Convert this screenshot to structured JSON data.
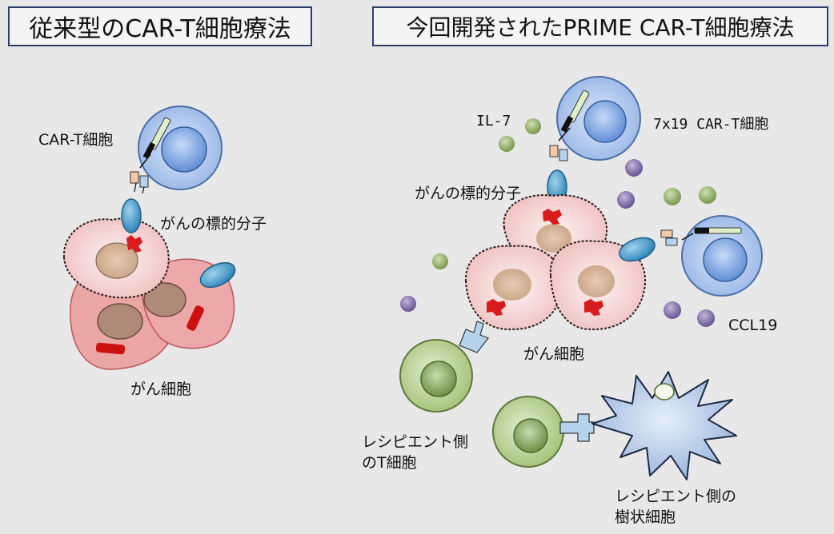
{
  "left": {
    "title": "従来型のCAR-T細胞療法",
    "labels": {
      "car_t": "CAR-T細胞",
      "target": "がんの標的分子",
      "cancer": "がん細胞"
    }
  },
  "right": {
    "title": "今回開発されたPRIME CAR-T細胞療法",
    "labels": {
      "il7": "IL-7",
      "car_t_7x19": "7x19 CAR-T細胞",
      "target": "がんの標的分子",
      "ccl19": "CCL19",
      "cancer": "がん細胞",
      "recipient_t_line1": "レシピエント側",
      "recipient_t_line2": "のT細胞",
      "recipient_dc_line1": "レシピエント側の",
      "recipient_dc_line2": "樹状細胞"
    }
  },
  "colors": {
    "background": "#e8e8e8",
    "title_border": "#2c3f6b",
    "car_t_cell": "#a9c4ec",
    "cancer_cell_pink": "#f2c8c8",
    "red_cancer_cell": "#eba6a6",
    "target_molecule": "#3f9bc9",
    "il7_dot": "#8fae62",
    "ccl19_dot": "#7d6ba3",
    "recipient_t_cell": "#b7cf8e",
    "dendritic_cell": "#b9cde7"
  }
}
